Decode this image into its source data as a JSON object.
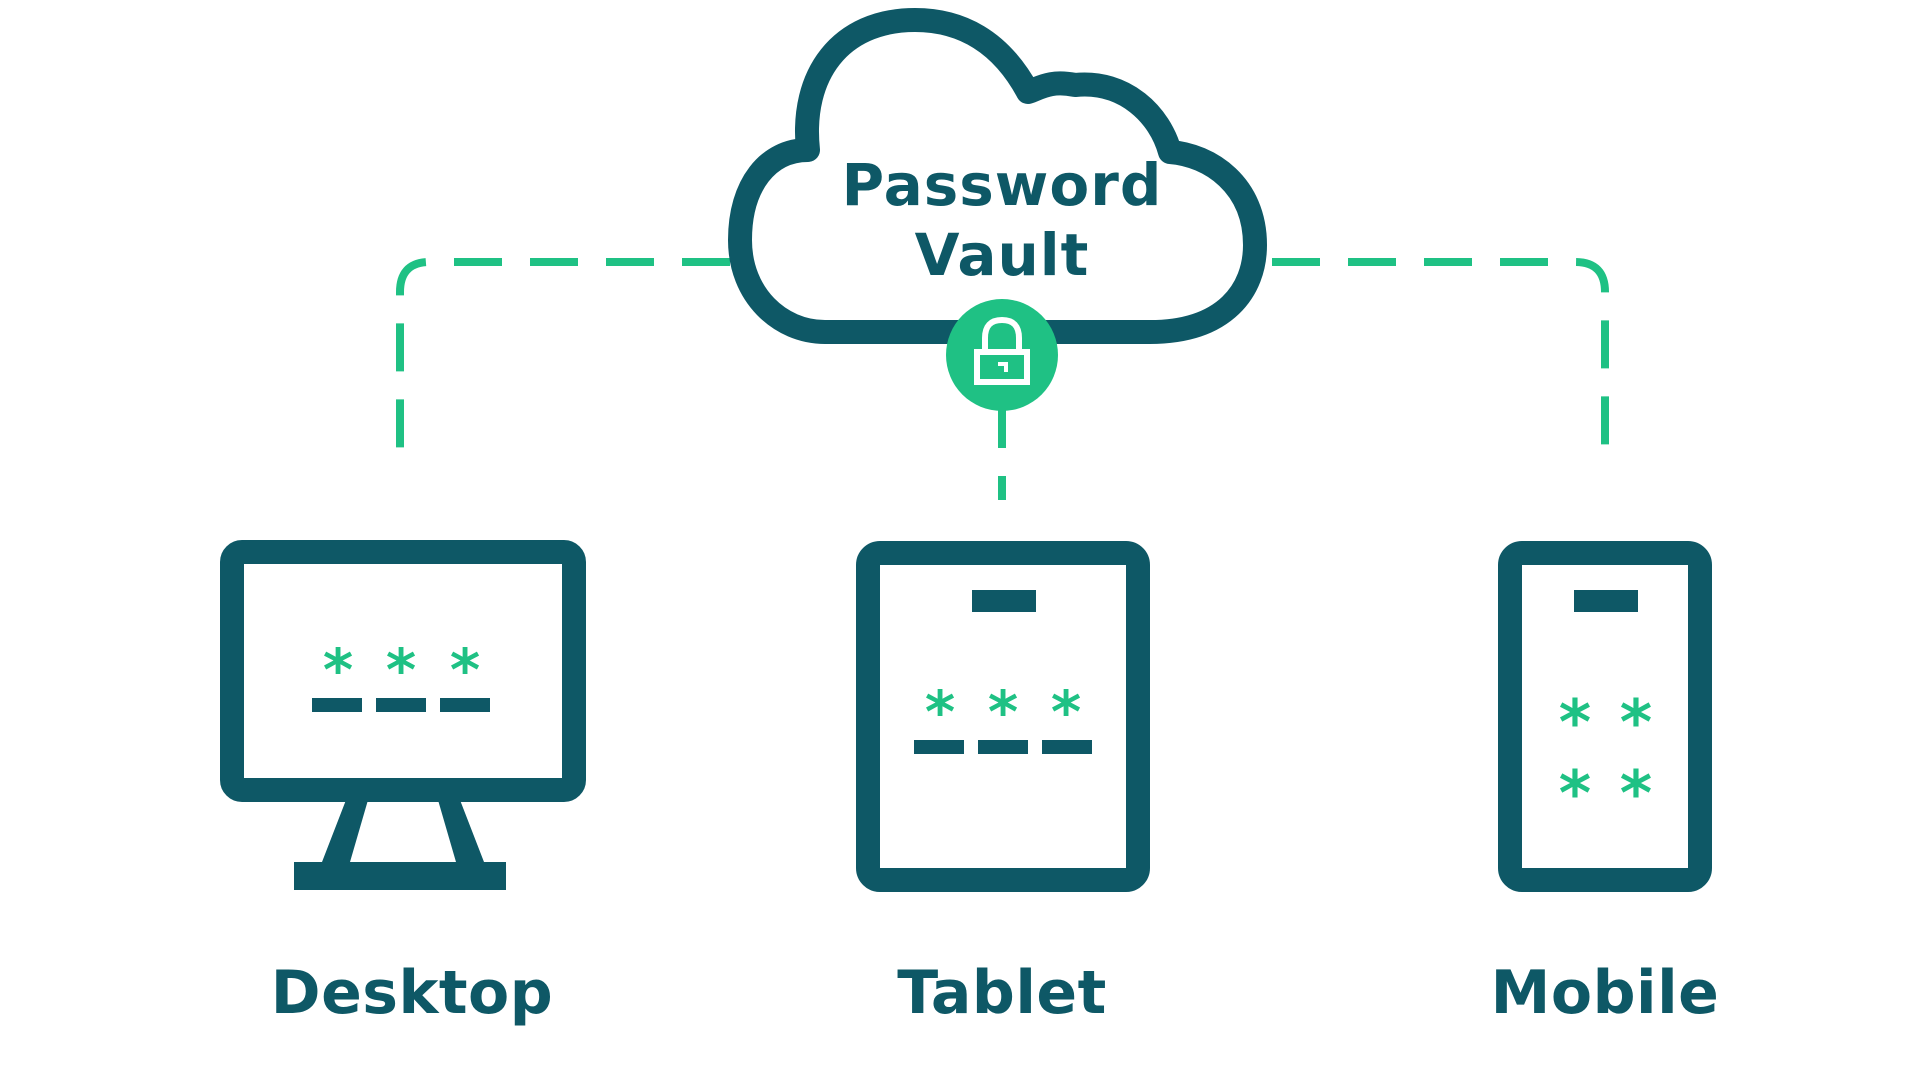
{
  "colors": {
    "primary": "#0e5866",
    "accent": "#1fc184",
    "background": "#ffffff"
  },
  "cloud": {
    "line1": "Password",
    "line2": "Vault",
    "icon": "padlock-icon"
  },
  "devices": {
    "desktop": {
      "label": "Desktop",
      "icon": "desktop-monitor-icon"
    },
    "tablet": {
      "label": "Tablet",
      "icon": "tablet-icon"
    },
    "mobile": {
      "label": "Mobile",
      "icon": "mobile-phone-icon"
    }
  }
}
